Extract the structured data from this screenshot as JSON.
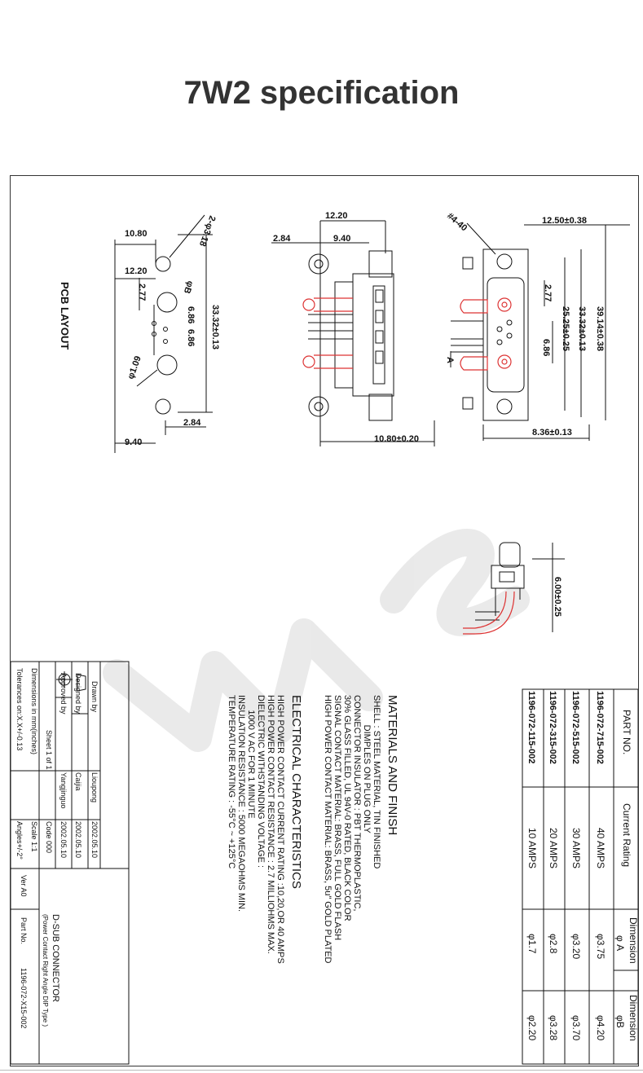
{
  "title": "7W2 specification",
  "pcb": {
    "label": "PCB LAYOUT",
    "dims": [
      "10.80",
      "12.20",
      "2.77",
      "6.86",
      "6.86",
      "33.32±0.13",
      "2.84",
      "9.40"
    ],
    "holes": [
      "2-φ3.18",
      "φB",
      "φ1.09"
    ]
  },
  "side": {
    "dims": [
      "12.20",
      "2.84",
      "9.40",
      "10.80±0.20"
    ]
  },
  "front": {
    "dims": [
      "#4-40",
      "12.50±0.38",
      "39.14±0.38",
      "33.32±0.13",
      "25.25±0.25",
      "2.77",
      "6.86",
      "8.36±0.13"
    ],
    "hole_label": "A"
  },
  "small_view": {
    "dim": "6.00±0.25"
  },
  "materials": {
    "heading": "MATERIALS AND FINISH",
    "lines": [
      "SHELL : STEEL MATERIAL, TIN FINISHED",
      "            DIMPLES ON PLUG ONLY",
      "CONNECTOR INSULATOR : PBT THERMOPLASTIC,",
      "30% GLASS FILLED, UL 94V-0 RATED, BLACK COLOR",
      "SIGNAL CONTACT MATERIAL: BRASS, FULL GOLD FLASH",
      "HIGH POWER CONTACT MATERIAL: BRASS, 5u\" GOLD PLATED"
    ]
  },
  "electrical": {
    "heading": "ELECTRICAL CHARACTERISTICS",
    "lines": [
      "HIGH POWER CONTACT CURRENT RATING :10,20,OR 40 AMPS",
      "HIGH POWER CONTACT RESISTANCE : 2.7 MILLIOHMS MAX.",
      "DIELECTRIC WITHSTANDING VOLTAGE :",
      "      1000 V AC FOR 1 MINUTE",
      "INSULATION RESISTANCE : 5000 MEGAOHMS MIN.",
      "TEMPERATURE RATING : -55°C ~ +125°C"
    ]
  },
  "part_table": {
    "headers": [
      "PART NO.",
      "Current Rating",
      "Dimension",
      "φ A",
      "Dimension",
      "φB"
    ],
    "rows": [
      [
        "1196-072-715-002",
        "40 AMPS",
        "φ3.75",
        "φ4.20"
      ],
      [
        "1196-072-515-002",
        "30 AMPS",
        "φ3.20",
        "φ3.70"
      ],
      [
        "1196-072-315-002",
        "20 AMPS",
        "φ2.8",
        "φ3.28"
      ],
      [
        "1196-072-115-002",
        "10 AMPS",
        "φ1.7",
        "φ2.20"
      ]
    ]
  },
  "title_block": {
    "drawn_by_label": "Drawn by",
    "drawn_by": "Lioupong",
    "drawn_date": "2002.05.10",
    "designed_by_label": "Designed by",
    "designed_by": "Caijia",
    "designed_date": "2002.05.10",
    "approved_by_label": "Approved by",
    "approved_by": "Yangjinguo",
    "approved_date": "2002.05.10",
    "sheet": "Sheet 1 of 1",
    "code": "Code 000",
    "dimensions_note": "Dimensions in mm(inches)",
    "scale": "Scale 1:1",
    "tolerances": "Tolerances on:X.X+/-0.13",
    "angles": "Angles+/-2°",
    "product": "D-SUB CONNECTOR",
    "product_sub": "(Power Contact Right Angle DIP Type )",
    "ver": "Ver A0",
    "part_no_label": "Part No.",
    "part_no": "1196-072-X15-002"
  },
  "watermark": "WPS"
}
